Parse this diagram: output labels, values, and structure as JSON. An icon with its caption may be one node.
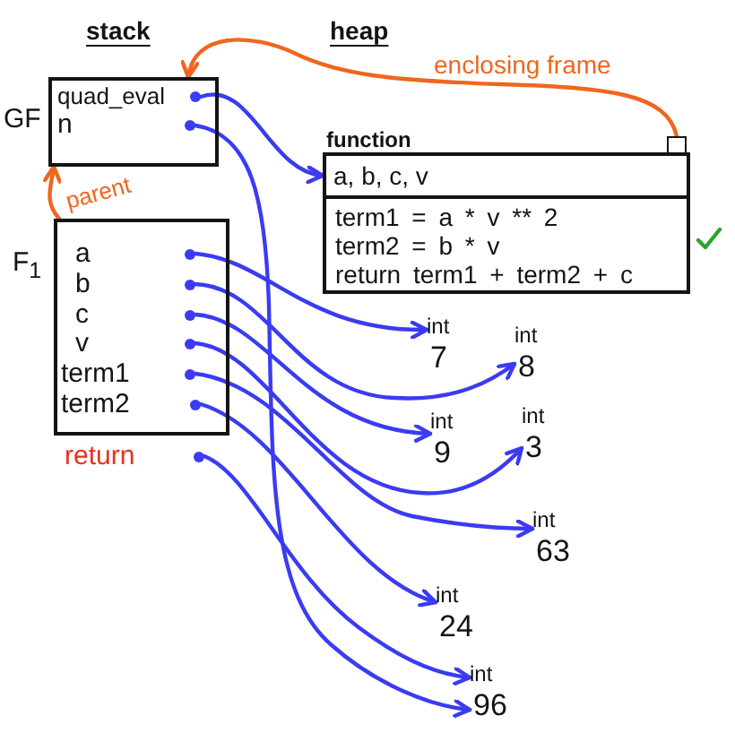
{
  "diagram": {
    "nodes": [
      {
        "text": [
          "GF"
        ]
      },
      {
        "text": [
          "quad_eval"
        ],
        "in": 0
      },
      {
        "text": [
          "n"
        ],
        "in": 0
      },
      {
        "text": [
          "F$_{1}$"
        ]
      },
      {
        "text": [
          "a"
        ],
        "in": 3
      },
      {
        "text": [
          "b"
        ],
        "in": 3
      },
      {
        "text": [
          "c"
        ],
        "in": 3
      },
      {
        "text": [
          "v"
        ],
        "in": 3
      },
      {
        "text": [
          "term1"
        ],
        "in": 3
      },
      {
        "text": [
          "term2"
        ],
        "in": 3
      },
      {
        "text": [
          "return"
        ]
      },
      {
        "text": [
          "function",
          "a, b, c, v",
          "term1 = a * v ** 2",
          "term2 = b * v",
          "return term1 + term2 + c"
        ]
      },
      {
        "text": [],
        "shape": "box"
      },
      {
        "text": [
          "int",
          "7"
        ]
      },
      {
        "text": [
          "int",
          "8"
        ]
      },
      {
        "text": [
          "int",
          "9"
        ]
      },
      {
        "text": [
          "int",
          "3"
        ]
      },
      {
        "text": [
          "int",
          "63"
        ]
      },
      {
        "text": [
          "int",
          "24"
        ]
      },
      {
        "text": [
          "int",
          "96"
        ]
      }
    ],
    "edges": [
      {
        "from": 1,
        "to": 11,
        "arrow": "to"
      },
      {
        "from": 2,
        "to": 19,
        "arrow": "to"
      },
      {
        "from": 4,
        "to": 13,
        "arrow": "to"
      },
      {
        "from": 5,
        "to": 14,
        "arrow": "to"
      },
      {
        "from": 6,
        "to": 15,
        "arrow": "to"
      },
      {
        "from": 7,
        "to": 16,
        "arrow": "to"
      },
      {
        "from": 8,
        "to": 17,
        "arrow": "to"
      },
      {
        "from": 9,
        "to": 18,
        "arrow": "to"
      },
      {
        "from": 10,
        "to": 19,
        "arrow": "to"
      },
      {
        "from": 12,
        "to": 0,
        "arrow": "to",
        "label": "enclosing frame",
        "color": "#f0661f"
      },
      {
        "from": 3,
        "to": 0,
        "arrow": "to",
        "label": "parent",
        "color": "#f0661f"
      }
    ],
    "labels": [
      "stack",
      "heap"
    ]
  }
}
